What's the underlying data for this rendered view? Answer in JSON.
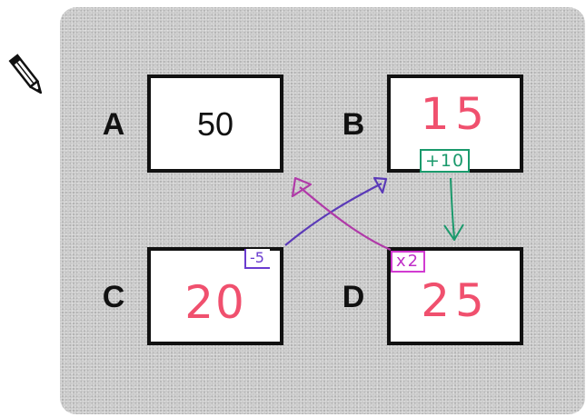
{
  "boxes": [
    {
      "id": "A",
      "label": "A",
      "value": "50"
    },
    {
      "id": "B",
      "label": "B",
      "value": "15",
      "operation": "+10"
    },
    {
      "id": "C",
      "label": "C",
      "value": "20",
      "operation": "-5"
    },
    {
      "id": "D",
      "label": "D",
      "value": "25",
      "operation": "x2"
    }
  ],
  "arrows": [
    {
      "from": "B",
      "to": "D",
      "color": "#1a9a6c"
    },
    {
      "from": "C",
      "to": "B",
      "color": "#5b3ab8"
    },
    {
      "from": "D",
      "to": "A",
      "color": "#b03aa8"
    }
  ],
  "colors": {
    "board": "#c9c9c9",
    "handwriting_value": "#f0506e",
    "tag_b": "#1a9a6c",
    "tag_c": "#6a3ccf",
    "tag_d": "#c02fc8"
  },
  "icons": {
    "pencil": "pencil-icon"
  }
}
